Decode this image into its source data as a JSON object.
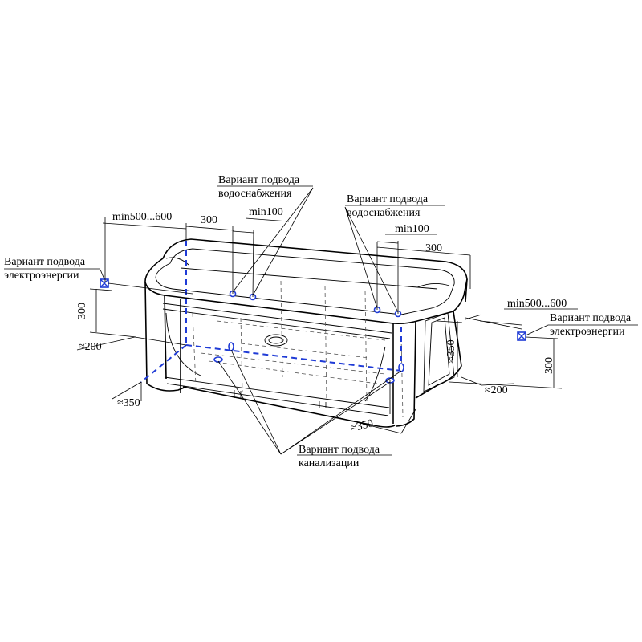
{
  "labels": {
    "water_supply_left": [
      "Вариант подвода",
      "водоснабжения"
    ],
    "water_supply_right": [
      "Вариант подвода",
      "водоснабжения"
    ],
    "electric_left": [
      "Вариант подвода",
      "электроэнергии"
    ],
    "electric_right": [
      "Вариант подвода",
      "электроэнергии"
    ],
    "drain": [
      "Вариант подвода",
      "канализации"
    ]
  },
  "dimensions": {
    "left_range": "min500...600",
    "left_300_top": "300",
    "left_min100": "min100",
    "right_min100": "min100",
    "right_300_top": "300",
    "right_range": "min500...600",
    "left_height_300": "300",
    "left_200": "≈200",
    "left_350": "≈350",
    "right_350_vertical": "≈350",
    "right_height_300": "300",
    "right_200": "≈200",
    "bottom_350": "≈350"
  },
  "colors": {
    "line": "#000000",
    "connection": "#1f3bd6",
    "background": "#ffffff"
  },
  "icons": {
    "electric_socket": "boxed-cross-icon",
    "port": "circle-port-icon"
  }
}
